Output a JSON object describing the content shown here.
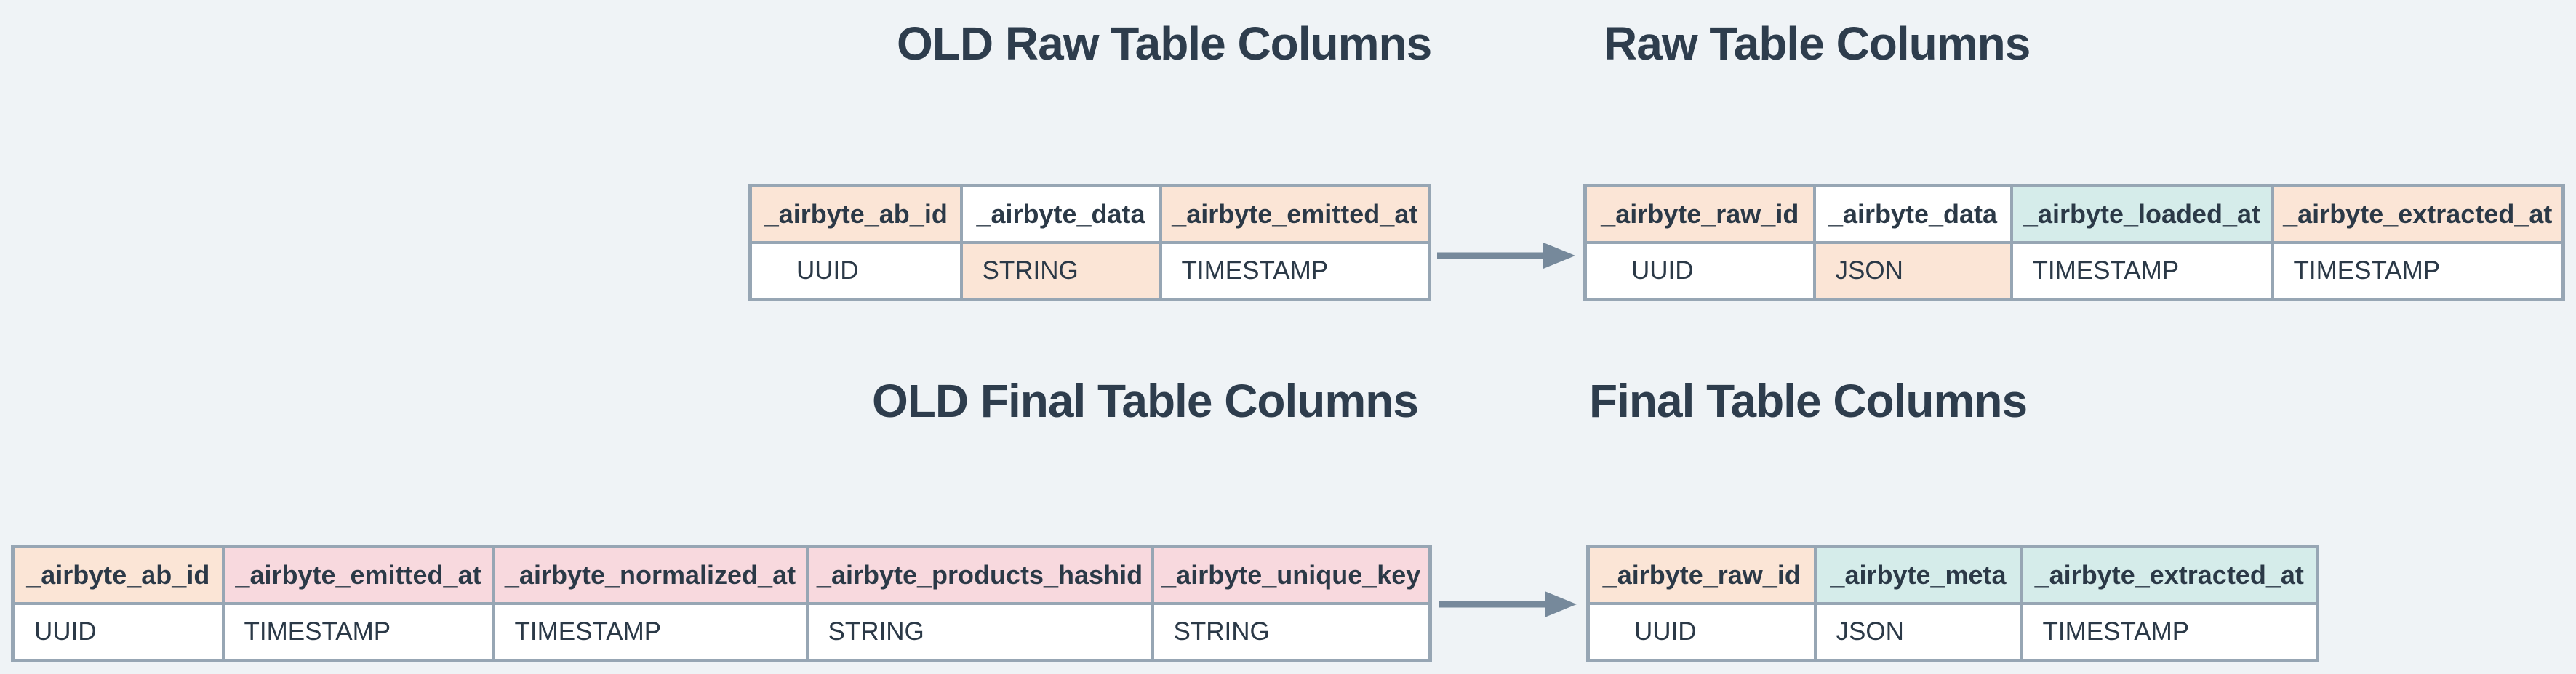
{
  "colors": {
    "page_bg": "#eff3f6",
    "table_border": "#97a6b4",
    "title_text": "#2e3d4d",
    "cell_text": "#2b3947",
    "arrow": "#76899b",
    "peach": "#fbe5d6",
    "teal": "#d5ecea",
    "pink": "#f8d9de",
    "white": "#ffffff"
  },
  "titles": {
    "old_raw": "OLD Raw Table Columns",
    "raw": "Raw Table Columns",
    "old_final": "OLD Final Table Columns",
    "final": "Final Table Columns"
  },
  "tables": {
    "old_raw": {
      "columns": [
        {
          "name": "_airbyte_ab_id",
          "type": "UUID",
          "header_color": "peach",
          "type_color": "white"
        },
        {
          "name": "_airbyte_data",
          "type": "STRING",
          "header_color": "white",
          "type_color": "peach"
        },
        {
          "name": "_airbyte_emitted_at",
          "type": "TIMESTAMP",
          "header_color": "peach",
          "type_color": "white"
        }
      ]
    },
    "raw": {
      "columns": [
        {
          "name": "_airbyte_raw_id",
          "type": "UUID",
          "header_color": "peach",
          "type_color": "white"
        },
        {
          "name": "_airbyte_data",
          "type": "JSON",
          "header_color": "white",
          "type_color": "peach"
        },
        {
          "name": "_airbyte_loaded_at",
          "type": "TIMESTAMP",
          "header_color": "teal",
          "type_color": "white"
        },
        {
          "name": "_airbyte_extracted_at",
          "type": "TIMESTAMP",
          "header_color": "peach",
          "type_color": "white"
        }
      ]
    },
    "old_final": {
      "columns": [
        {
          "name": "_airbyte_ab_id",
          "type": "UUID",
          "header_color": "peach",
          "type_color": "white"
        },
        {
          "name": "_airbyte_emitted_at",
          "type": "TIMESTAMP",
          "header_color": "pink",
          "type_color": "white"
        },
        {
          "name": "_airbyte_normalized_at",
          "type": "TIMESTAMP",
          "header_color": "pink",
          "type_color": "white"
        },
        {
          "name": "_airbyte_products_hashid",
          "type": "STRING",
          "header_color": "pink",
          "type_color": "white"
        },
        {
          "name": "_airbyte_unique_key",
          "type": "STRING",
          "header_color": "pink",
          "type_color": "white"
        }
      ]
    },
    "final": {
      "columns": [
        {
          "name": "_airbyte_raw_id",
          "type": "UUID",
          "header_color": "peach",
          "type_color": "white"
        },
        {
          "name": "_airbyte_meta",
          "type": "JSON",
          "header_color": "teal",
          "type_color": "white"
        },
        {
          "name": "_airbyte_extracted_at",
          "type": "TIMESTAMP",
          "header_color": "teal",
          "type_color": "white"
        }
      ]
    }
  }
}
